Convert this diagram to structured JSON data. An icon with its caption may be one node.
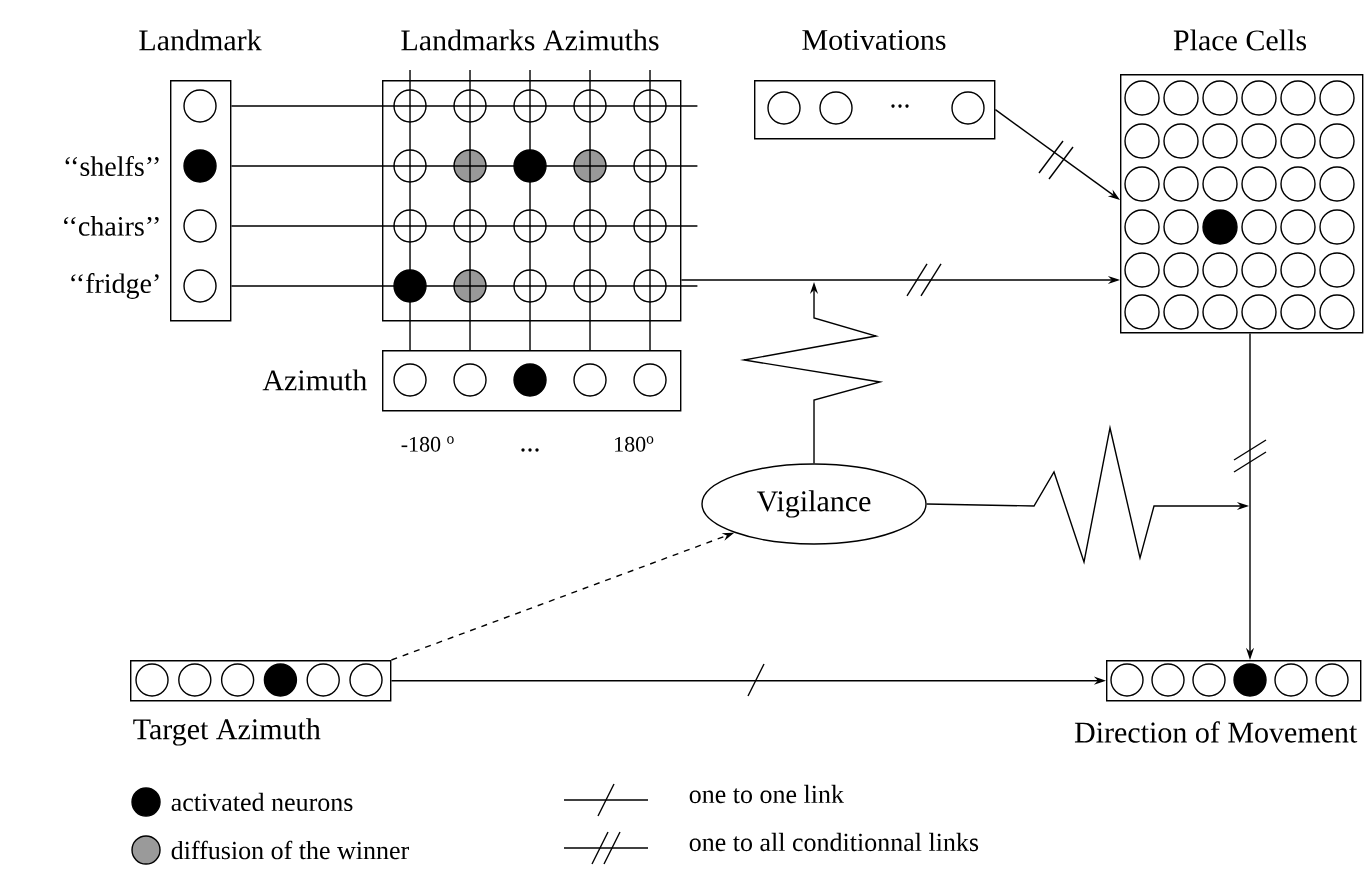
{
  "diagram": {
    "nodes": [
      {
        "text": [
          "Landmark"
        ],
        "beside": [
          "‘‘shelfs’’",
          "‘‘chairs’’",
          "‘‘fridge’"
        ]
      },
      {
        "text": [
          "Landmarks Azimuths"
        ]
      },
      {
        "text": [
          "Azimuth"
        ]
      },
      {
        "text": [
          "Motivations",
          "..."
        ]
      },
      {
        "text": [
          "Place Cells"
        ]
      },
      {
        "text": [
          "Vigilance"
        ]
      },
      {
        "text": [
          "Target Azimuth"
        ]
      },
      {
        "text": [
          "Direction of Movement"
        ]
      }
    ],
    "edges": [
      {
        "from": 0,
        "to": 1,
        "arrow": "none"
      },
      {
        "from": 2,
        "to": 1,
        "arrow": "none"
      },
      {
        "from": 3,
        "to": 4,
        "arrow": "to"
      },
      {
        "from": 1,
        "to": 4,
        "arrow": "to"
      },
      {
        "from": 5,
        "to": null,
        "arrow": "to"
      },
      {
        "from": 5,
        "to": null,
        "arrow": "to"
      },
      {
        "from": 4,
        "to": 7,
        "arrow": "to"
      },
      {
        "from": 6,
        "to": 5,
        "arrow": "to",
        "style": "dashed"
      },
      {
        "from": 6,
        "to": 7,
        "arrow": "to"
      }
    ],
    "labels": [
      "-180 $^{o}$",
      "...",
      "180$^{o}$"
    ],
    "legend": [
      {
        "text": "activated neurons",
        "color": "#000000"
      },
      {
        "text": "diffusion of the winner",
        "color": "#9a9a9a"
      },
      {
        "text": "one to one link"
      },
      {
        "text": "one to all conditionnal links"
      }
    ]
  }
}
